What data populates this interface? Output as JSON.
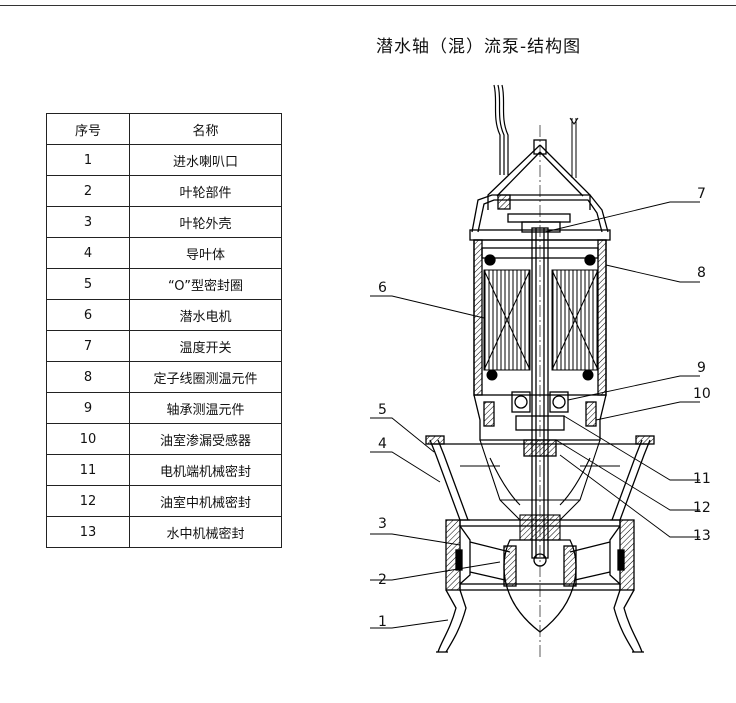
{
  "title": "潜水轴（混）流泵-结构图",
  "table": {
    "headers": [
      "序号",
      "名称"
    ],
    "rows": [
      {
        "no": "1",
        "name": "进水喇叭口"
      },
      {
        "no": "2",
        "name": "叶轮部件"
      },
      {
        "no": "3",
        "name": "叶轮外壳"
      },
      {
        "no": "4",
        "name": "导叶体"
      },
      {
        "no": "5",
        "name": "“O”型密封圈"
      },
      {
        "no": "6",
        "name": "潜水电机"
      },
      {
        "no": "7",
        "name": "温度开关"
      },
      {
        "no": "8",
        "name": "定子线圈测温元件"
      },
      {
        "no": "9",
        "name": "轴承测温元件"
      },
      {
        "no": "10",
        "name": "油室渗漏受感器"
      },
      {
        "no": "11",
        "name": "电机端机械密封"
      },
      {
        "no": "12",
        "name": "油室中机械密封"
      },
      {
        "no": "13",
        "name": "水中机械密封"
      }
    ]
  },
  "callouts": [
    "1",
    "2",
    "3",
    "4",
    "5",
    "6",
    "7",
    "8",
    "9",
    "10",
    "11",
    "12",
    "13"
  ]
}
